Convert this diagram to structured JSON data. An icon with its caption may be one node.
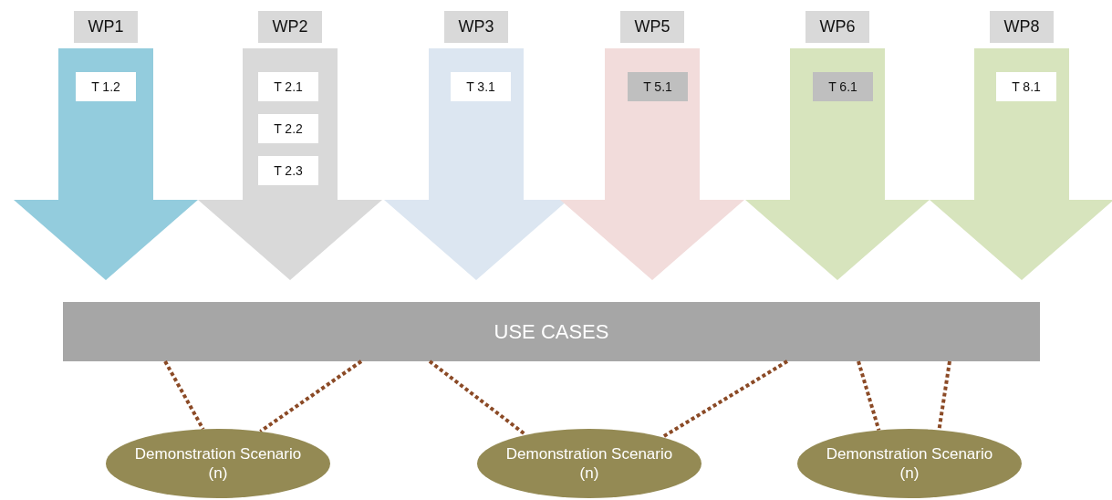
{
  "diagram": {
    "nodes": [
      {
        "text": [
          "WP1"
        ]
      },
      {
        "text": [
          "T 1.2"
        ],
        "in": 0
      },
      {
        "text": [
          "WP2"
        ]
      },
      {
        "text": [
          "T 2.1"
        ],
        "in": 2
      },
      {
        "text": [
          "T 2.2"
        ],
        "in": 2
      },
      {
        "text": [
          "T 2.3"
        ],
        "in": 2
      },
      {
        "text": [
          "WP3"
        ]
      },
      {
        "text": [
          "T 3.1"
        ],
        "in": 6
      },
      {
        "text": [
          "WP5"
        ]
      },
      {
        "text": [
          "T 5.1"
        ],
        "in": 8
      },
      {
        "text": [
          "WP6"
        ]
      },
      {
        "text": [
          "T 6.1"
        ],
        "in": 10
      },
      {
        "text": [
          "WP8"
        ]
      },
      {
        "text": [
          "T 8.1"
        ],
        "in": 12
      },
      {
        "text": [
          "USE CASES"
        ]
      },
      {
        "text": [
          "Demonstration Scenario (n)"
        ]
      },
      {
        "text": [
          "Demonstration Scenario (n)"
        ]
      },
      {
        "text": [
          "Demonstration Scenario (n)"
        ]
      }
    ],
    "edges": [
      {
        "from": 14,
        "to": 15,
        "arrow": "none",
        "style": "dashed"
      },
      {
        "from": 14,
        "to": 15,
        "arrow": "none",
        "style": "dashed"
      },
      {
        "from": 14,
        "to": 16,
        "arrow": "none",
        "style": "dashed"
      },
      {
        "from": 14,
        "to": 16,
        "arrow": "none",
        "style": "dashed"
      },
      {
        "from": 14,
        "to": 17,
        "arrow": "none",
        "style": "dashed"
      },
      {
        "from": 14,
        "to": 17,
        "arrow": "none",
        "style": "dashed"
      }
    ]
  }
}
